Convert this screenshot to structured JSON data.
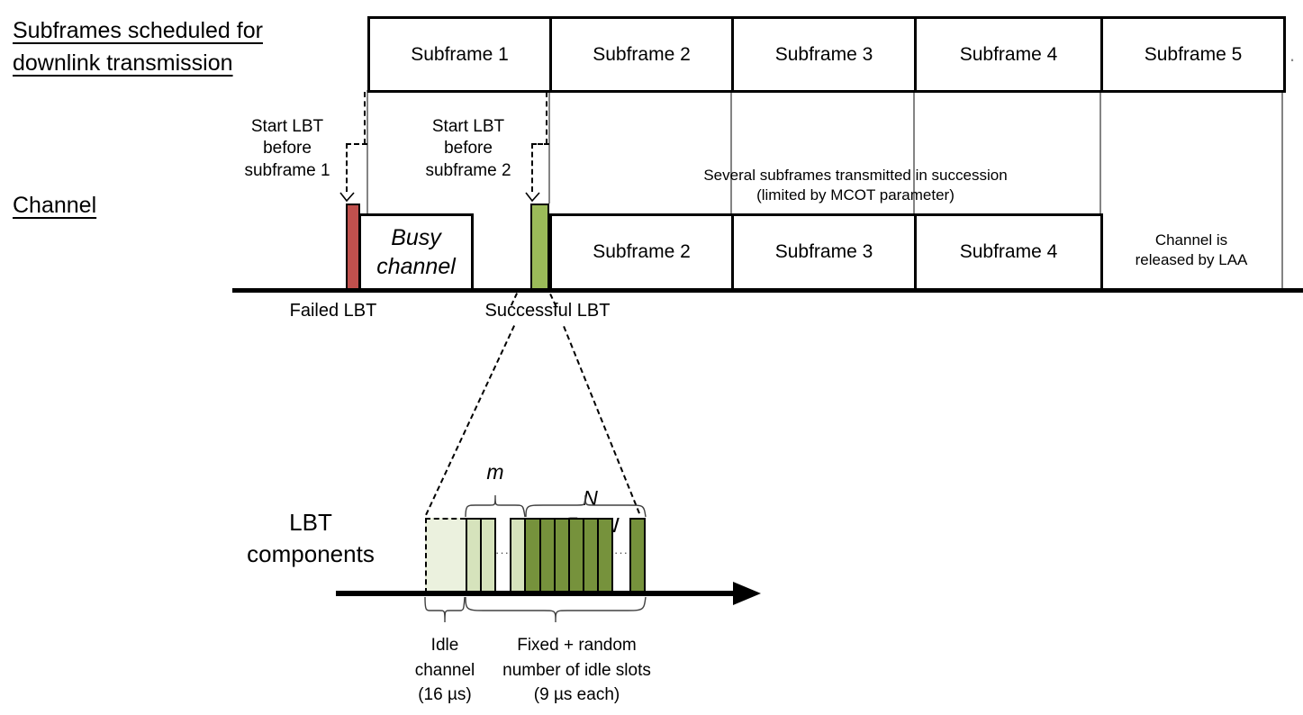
{
  "header": {
    "scheduled_label": "Subframes scheduled for\ndownlink transmission",
    "channel_label": "Channel"
  },
  "top_row": {
    "cells": [
      "Subframe 1",
      "Subframe 2",
      "Subframe 3",
      "Subframe 4",
      "Subframe 5"
    ],
    "continuation": "."
  },
  "annotations": {
    "start_lbt_1": "Start LBT\nbefore\nsubframe 1",
    "start_lbt_2": "Start LBT\nbefore\nsubframe 2",
    "several_subframes": "Several subframes transmitted in succession\n(limited by MCOT parameter)",
    "failed_lbt": "Failed LBT",
    "successful_lbt": "Successful LBT"
  },
  "channel_row": {
    "busy_label": "Busy\nchannel",
    "cells": [
      "Subframe 2",
      "Subframe 3",
      "Subframe 4"
    ],
    "released_label": "Channel is\nreleased by LAA"
  },
  "lbt_detail": {
    "title": "LBT\ncomponents",
    "m_label": "m",
    "n_label": "N",
    "n_rest": "∈ CW",
    "dots": "···",
    "idle_label": "Idle\nchannel\n(16 µs)",
    "fixed_label": "Fixed + random\nnumber of idle slots\n(9 µs each)"
  },
  "colors": {
    "failed_bar": "#c0504d",
    "success_bar": "#9bbb59",
    "dark_slot": "#76923c",
    "light_slot": "#d6e3bc",
    "idle_box": "#ebf1de",
    "gridline": "#848484"
  }
}
